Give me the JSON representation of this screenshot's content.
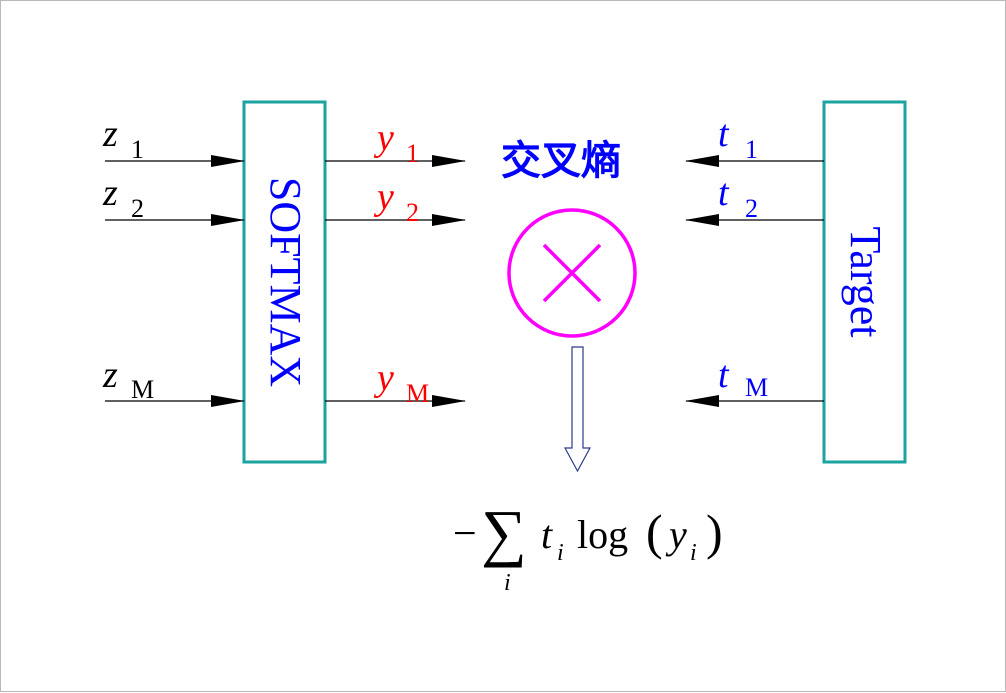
{
  "softmax_box": {
    "label": "SOFTMAX",
    "border_color": "#1aa3a0",
    "text_color": "#0000ff"
  },
  "target_box": {
    "label": "Target",
    "border_color": "#1aa3a0",
    "text_color": "#0000ff"
  },
  "center_title": "交叉熵",
  "inputs": [
    {
      "var": "z",
      "sub": "1"
    },
    {
      "var": "z",
      "sub": "2"
    },
    {
      "var": "z",
      "sub": "M"
    }
  ],
  "outputs": [
    {
      "var": "y",
      "sub": "1"
    },
    {
      "var": "y",
      "sub": "2"
    },
    {
      "var": "y",
      "sub": "M"
    }
  ],
  "targets": [
    {
      "var": "t",
      "sub": "1"
    },
    {
      "var": "t",
      "sub": "2"
    },
    {
      "var": "t",
      "sub": "M"
    }
  ],
  "cross_symbol_color": "#ff00ff",
  "formula": {
    "minus": "−",
    "sum": "∑",
    "sum_index": "i",
    "t": "t",
    "t_sub": "i",
    "log": "log",
    "lparen": "(",
    "y": "y",
    "y_sub": "i",
    "rparen": ")"
  },
  "colors": {
    "inputs": "#000000",
    "outputs": "#ff0000",
    "targets": "#0000ff",
    "title": "#0000ff"
  }
}
